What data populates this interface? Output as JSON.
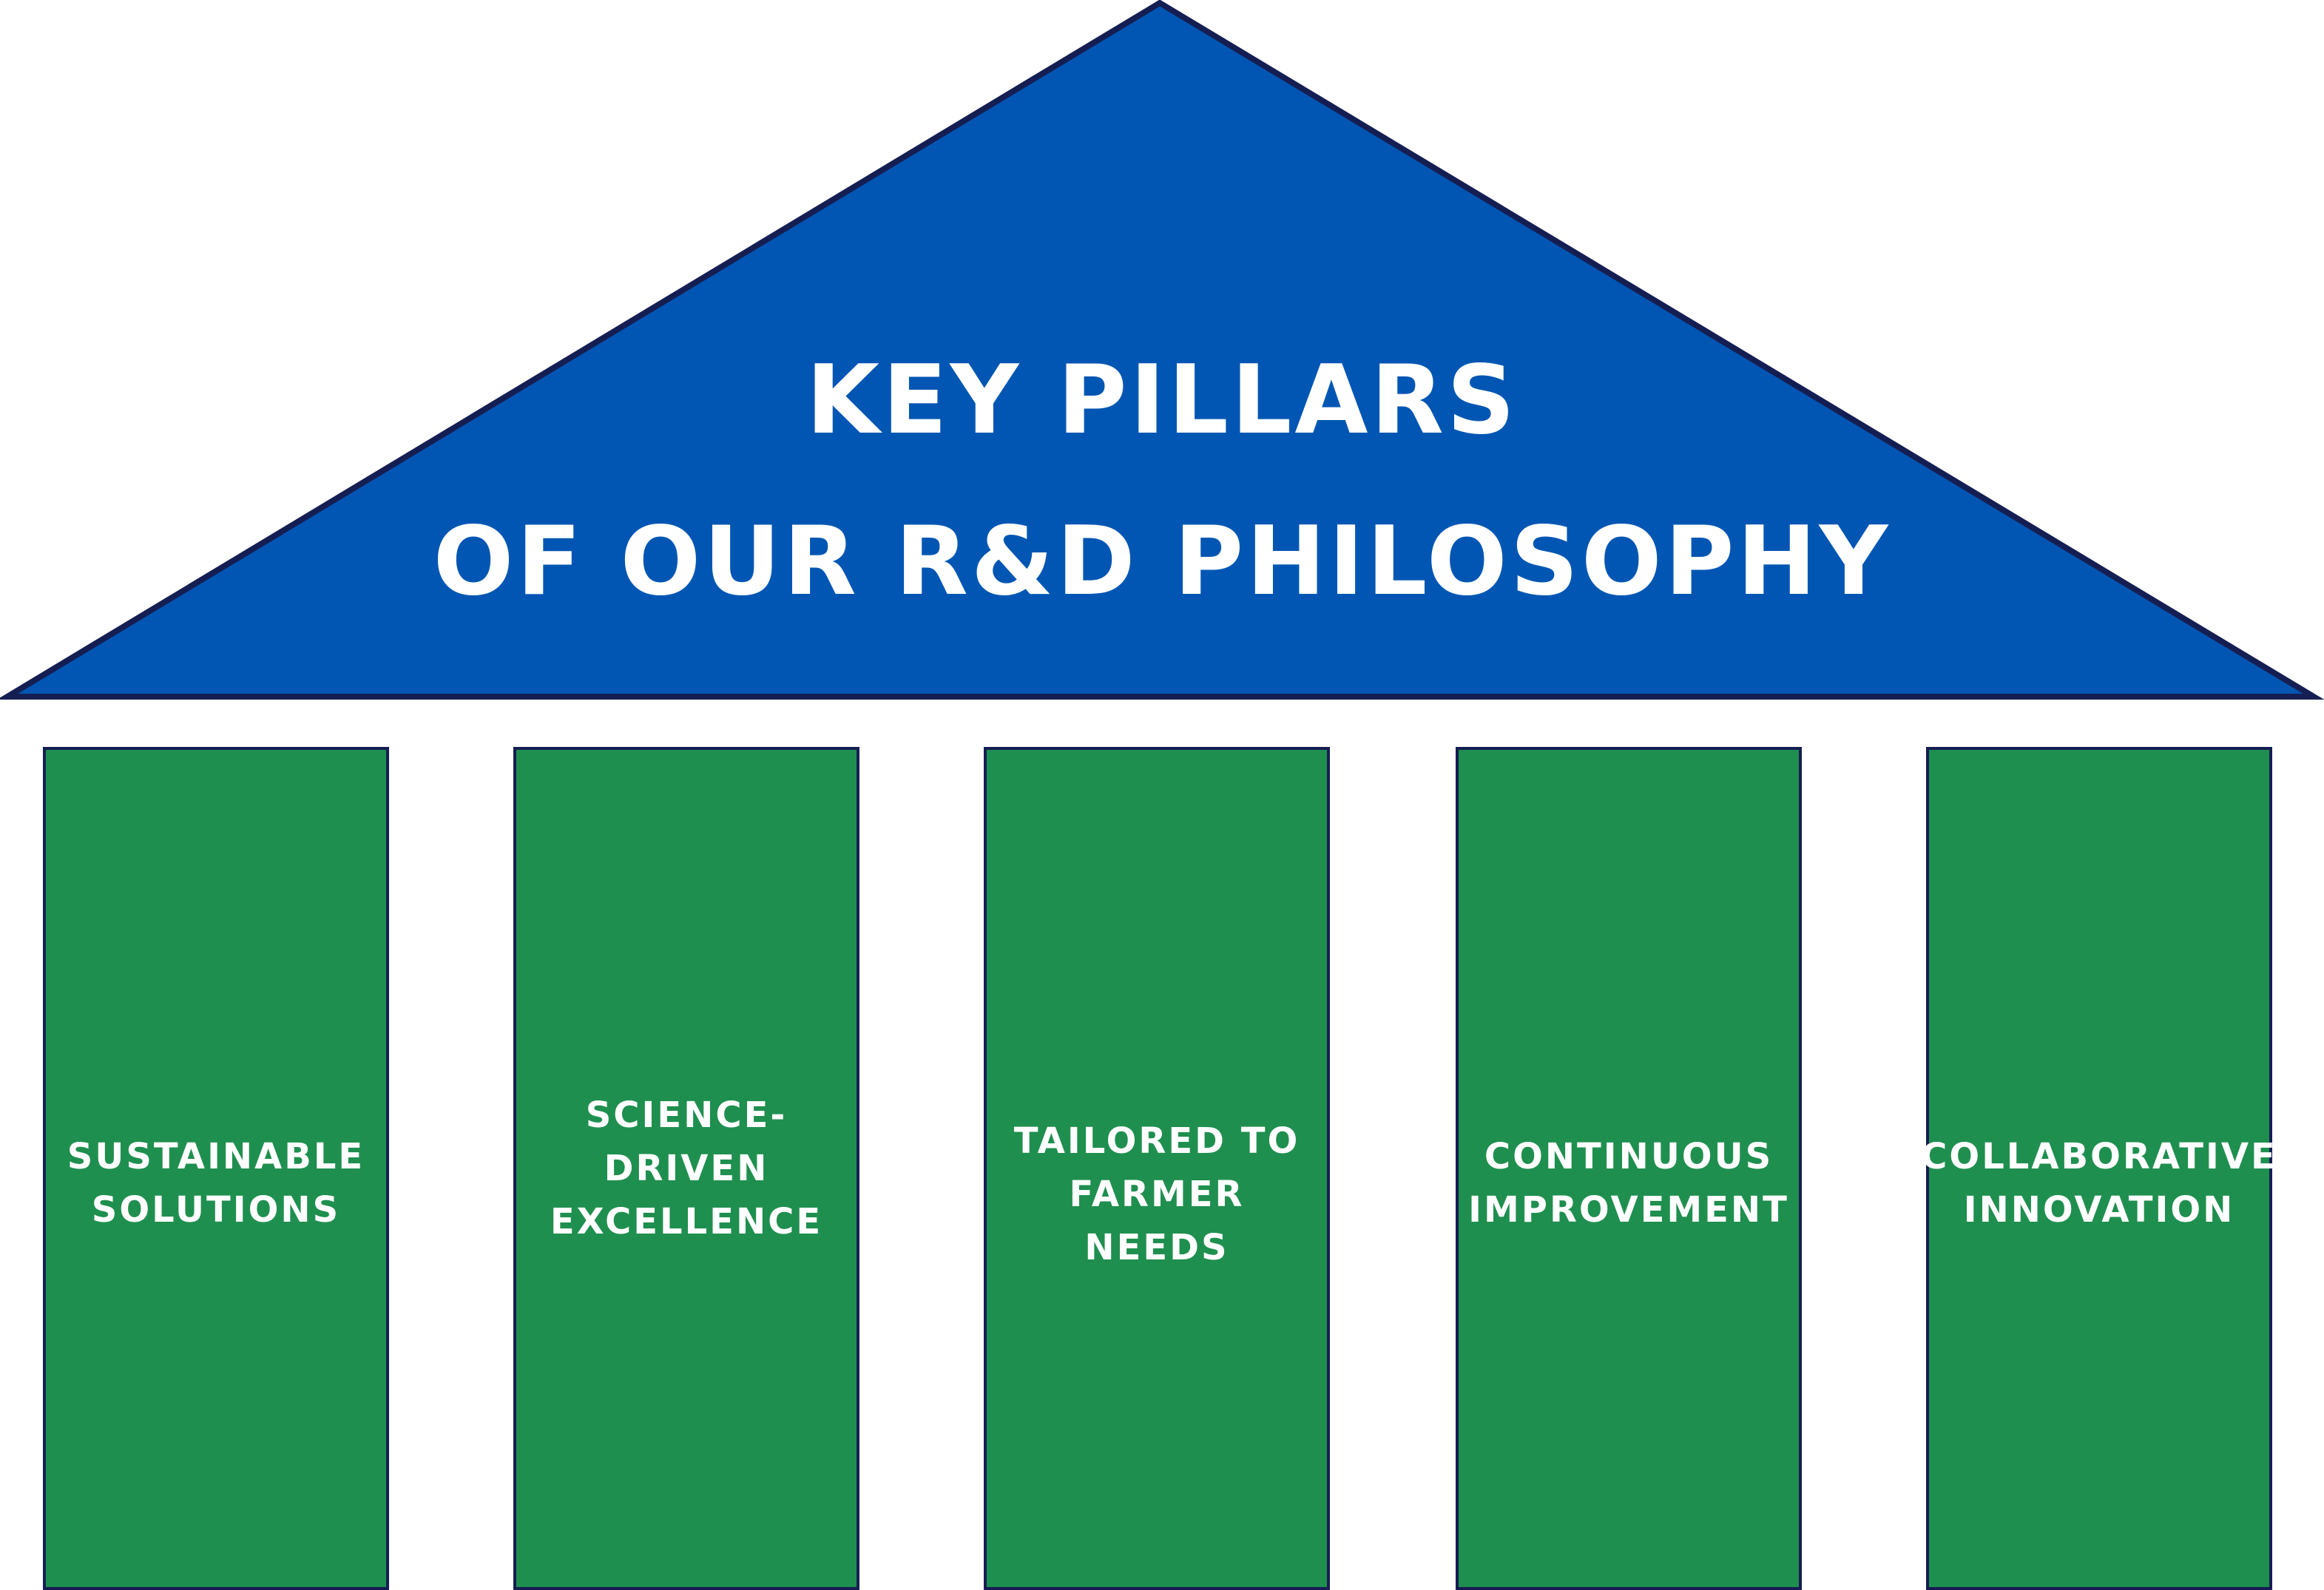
{
  "title": {
    "line1": "KEY PILLARS",
    "line2": "OF OUR R&D PHILOSOPHY"
  },
  "pillars": [
    {
      "label": "SUSTAINABLE\nSOLUTIONS"
    },
    {
      "label": "SCIENCE-DRIVEN\nEXCELLENCE"
    },
    {
      "label": "TAILORED TO\nFARMER\nNEEDS"
    },
    {
      "label": "CONTINUOUS\nIMPROVEMENT"
    },
    {
      "label": "COLLABORATIVE\nINNOVATION"
    }
  ],
  "colors": {
    "roof": "#0256b3",
    "pillar": "#1f8f4f",
    "outline": "#151e52"
  }
}
